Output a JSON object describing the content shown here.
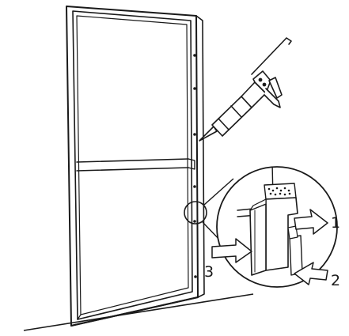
{
  "diagram": {
    "callout_labels": [
      "1",
      "2",
      "3"
    ],
    "icons": [
      "door-frame-icon",
      "caulking-gun-icon",
      "magnifier-circle-icon",
      "arrow-icon"
    ],
    "line_color": "#1a1a1a",
    "background": "#ffffff"
  }
}
